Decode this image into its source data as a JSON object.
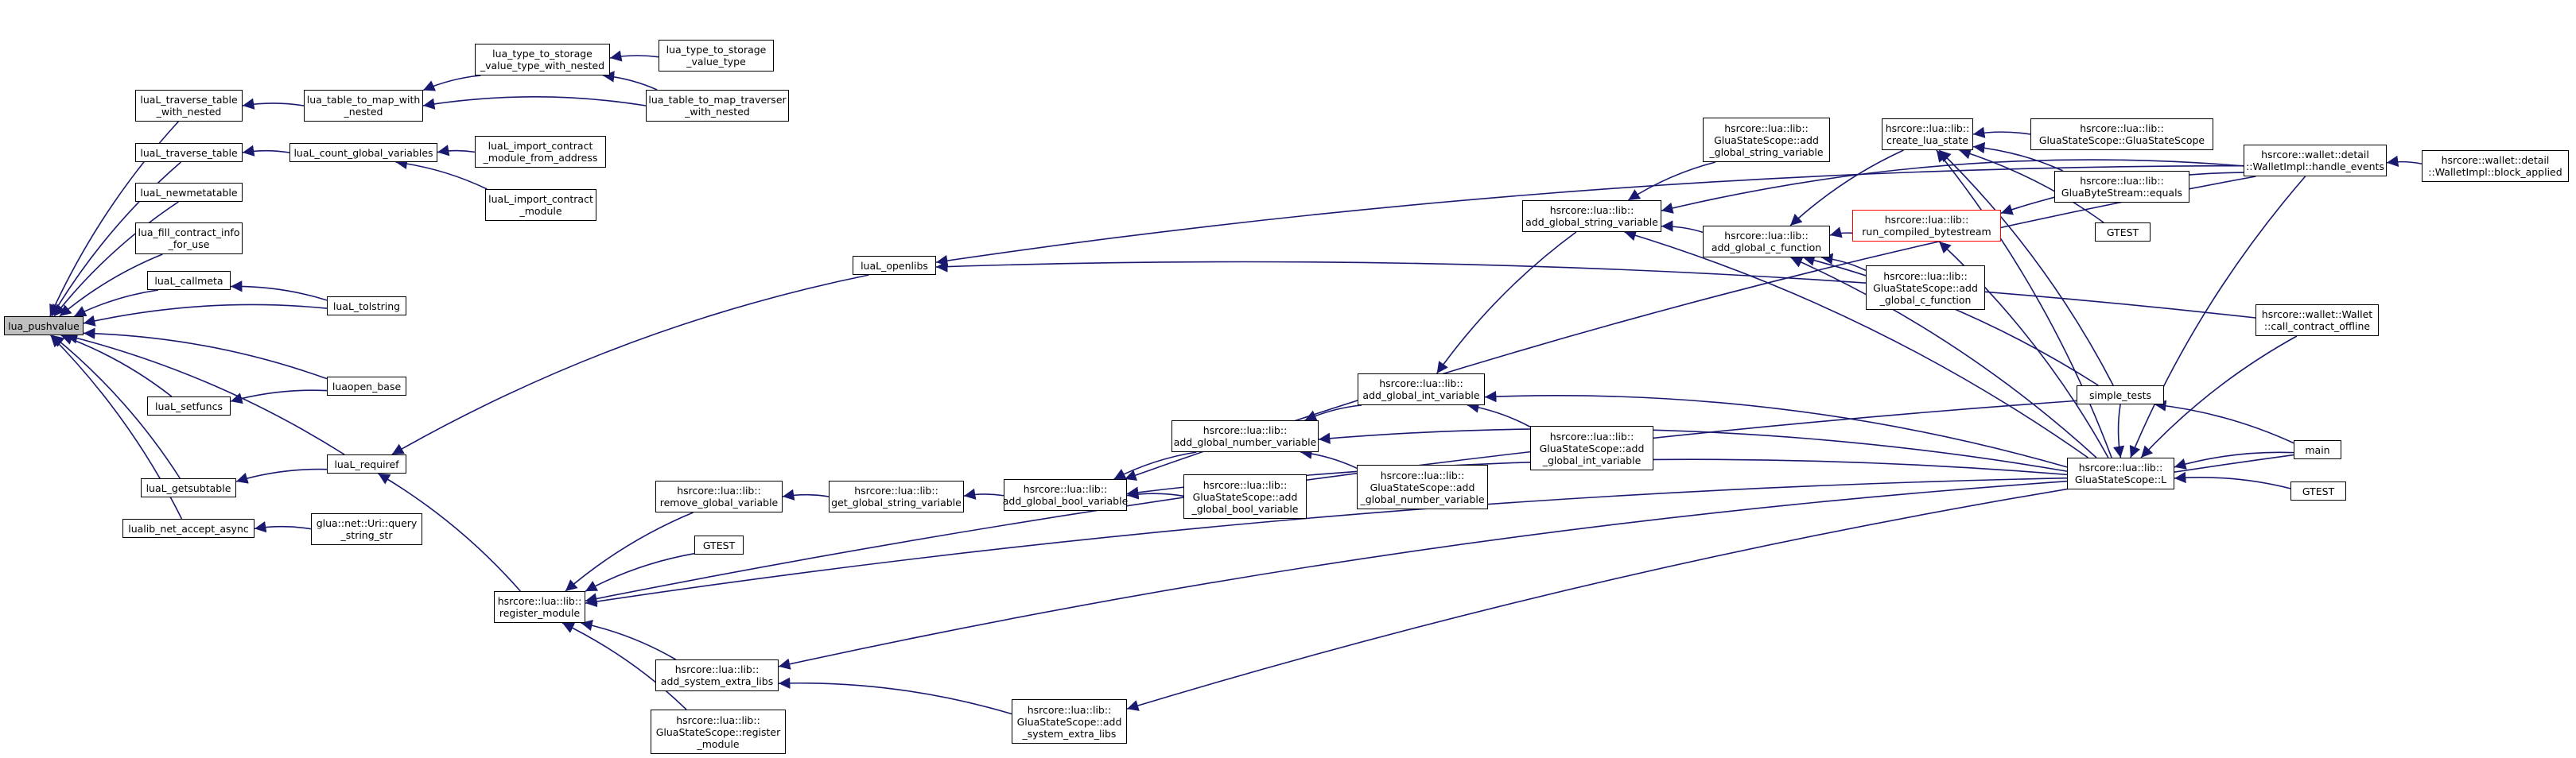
{
  "colors": {
    "edge": "#191970",
    "root_fill": "#bfbfbf",
    "node_border": "#000000",
    "highlight_border": "#ff0000"
  },
  "nodes": {
    "n0": {
      "lines": [
        "lua_pushvalue"
      ],
      "style": "root"
    },
    "n1": {
      "lines": [
        "luaL_traverse_table",
        "_with_nested"
      ]
    },
    "n2": {
      "lines": [
        "luaL_traverse_table"
      ]
    },
    "n3": {
      "lines": [
        "luaL_newmetatable"
      ]
    },
    "n4": {
      "lines": [
        "lua_fill_contract_info",
        "_for_use"
      ]
    },
    "n5": {
      "lines": [
        "luaL_callmeta"
      ]
    },
    "n6": {
      "lines": [
        "luaL_setfuncs"
      ]
    },
    "n7": {
      "lines": [
        "luaL_getsubtable"
      ]
    },
    "n8": {
      "lines": [
        "lualib_net_accept_async"
      ]
    },
    "n9": {
      "lines": [
        "lua_table_to_map_with",
        "_nested"
      ]
    },
    "n10": {
      "lines": [
        "luaL_count_global_variables"
      ]
    },
    "n11": {
      "lines": [
        "luaL_tolstring"
      ]
    },
    "n12": {
      "lines": [
        "luaopen_base"
      ]
    },
    "n13": {
      "lines": [
        "luaL_requiref"
      ]
    },
    "n14": {
      "lines": [
        "glua::net::Uri::query",
        "_string_str"
      ]
    },
    "n15": {
      "lines": [
        "lua_type_to_storage",
        "_value_type_with_nested"
      ]
    },
    "n16": {
      "lines": [
        "lua_type_to_storage",
        "_value_type"
      ]
    },
    "n17": {
      "lines": [
        "lua_table_to_map_traverser",
        "_with_nested"
      ]
    },
    "n18": {
      "lines": [
        "luaL_import_contract",
        "_module_from_address"
      ]
    },
    "n19": {
      "lines": [
        "luaL_import_contract",
        "_module"
      ]
    },
    "n20": {
      "lines": [
        "luaL_openlibs"
      ]
    },
    "n21": {
      "lines": [
        "hsrcore::lua::lib::",
        "register_module"
      ]
    },
    "n22": {
      "lines": [
        "hsrcore::lua::lib::",
        "remove_global_variable"
      ]
    },
    "n23": {
      "lines": [
        "GTEST"
      ]
    },
    "n24": {
      "lines": [
        "hsrcore::lua::lib::",
        "add_system_extra_libs"
      ]
    },
    "n25": {
      "lines": [
        "hsrcore::lua::lib::",
        "GluaStateScope::register",
        "_module"
      ]
    },
    "n26": {
      "lines": [
        "hsrcore::lua::lib::",
        "get_global_string_variable"
      ]
    },
    "n27": {
      "lines": [
        "hsrcore::lua::lib::",
        "add_global_bool_variable"
      ]
    },
    "n28": {
      "lines": [
        "hsrcore::lua::lib::",
        "GluaStateScope::add",
        "_system_extra_libs"
      ]
    },
    "n29": {
      "lines": [
        "hsrcore::lua::lib::",
        "add_global_number_variable"
      ]
    },
    "n30": {
      "lines": [
        "hsrcore::lua::lib::",
        "GluaStateScope::add",
        "_global_bool_variable"
      ]
    },
    "n31": {
      "lines": [
        "hsrcore::lua::lib::",
        "add_global_int_variable"
      ]
    },
    "n32": {
      "lines": [
        "hsrcore::lua::lib::",
        "GluaStateScope::add",
        "_global_number_variable"
      ]
    },
    "n33": {
      "lines": [
        "hsrcore::lua::lib::",
        "GluaStateScope::add",
        "_global_int_variable"
      ]
    },
    "n34": {
      "lines": [
        "hsrcore::lua::lib::",
        "add_global_string_variable"
      ]
    },
    "n35": {
      "lines": [
        "hsrcore::lua::lib::",
        "GluaStateScope::add",
        "_global_string_variable"
      ]
    },
    "n36": {
      "lines": [
        "hsrcore::lua::lib::",
        "add_global_c_function"
      ]
    },
    "n37": {
      "lines": [
        "hsrcore::lua::lib::",
        "create_lua_state"
      ]
    },
    "n38": {
      "lines": [
        "hsrcore::lua::lib::",
        "run_compiled_bytestream"
      ],
      "style": "red"
    },
    "n39": {
      "lines": [
        "hsrcore::lua::lib::",
        "GluaStateScope::add",
        "_global_c_function"
      ]
    },
    "n40": {
      "lines": [
        "hsrcore::lua::lib::",
        "GluaStateScope::GluaStateScope"
      ]
    },
    "n41": {
      "lines": [
        "hsrcore::lua::lib::",
        "GluaByteStream::equals"
      ]
    },
    "n42": {
      "lines": [
        "GTEST"
      ]
    },
    "n43": {
      "lines": [
        "simple_tests"
      ]
    },
    "n44": {
      "lines": [
        "hsrcore::lua::lib::",
        "GluaStateScope::L"
      ]
    },
    "n45": {
      "lines": [
        "hsrcore::wallet::detail",
        "::WalletImpl::handle_events"
      ]
    },
    "n46": {
      "lines": [
        "hsrcore::wallet::Wallet",
        "::call_contract_offline"
      ]
    },
    "n47": {
      "lines": [
        "main"
      ]
    },
    "n48": {
      "lines": [
        "GTEST"
      ]
    },
    "n49": {
      "lines": [
        "hsrcore::wallet::detail",
        "::WalletImpl::block_applied"
      ]
    }
  },
  "edges": [
    [
      "n1",
      "n0"
    ],
    [
      "n2",
      "n0"
    ],
    [
      "n3",
      "n0"
    ],
    [
      "n4",
      "n0"
    ],
    [
      "n5",
      "n0"
    ],
    [
      "n6",
      "n0"
    ],
    [
      "n7",
      "n0"
    ],
    [
      "n8",
      "n0"
    ],
    [
      "n11",
      "n0"
    ],
    [
      "n12",
      "n0"
    ],
    [
      "n13",
      "n0"
    ],
    [
      "n9",
      "n1"
    ],
    [
      "n10",
      "n2"
    ],
    [
      "n11",
      "n5"
    ],
    [
      "n12",
      "n6"
    ],
    [
      "n13",
      "n7"
    ],
    [
      "n14",
      "n8"
    ],
    [
      "n15",
      "n9"
    ],
    [
      "n17",
      "n9"
    ],
    [
      "n16",
      "n15"
    ],
    [
      "n17",
      "n15"
    ],
    [
      "n18",
      "n10"
    ],
    [
      "n19",
      "n10"
    ],
    [
      "n20",
      "n13"
    ],
    [
      "n21",
      "n13"
    ],
    [
      "n22",
      "n21"
    ],
    [
      "n23",
      "n21"
    ],
    [
      "n24",
      "n21"
    ],
    [
      "n25",
      "n21"
    ],
    [
      "n44",
      "n21"
    ],
    [
      "n24",
      "n21"
    ],
    [
      "n26",
      "n22"
    ],
    [
      "n27",
      "n26"
    ],
    [
      "n29",
      "n27"
    ],
    [
      "n30",
      "n27"
    ],
    [
      "n44",
      "n27"
    ],
    [
      "n45",
      "n27"
    ],
    [
      "n31",
      "n29"
    ],
    [
      "n32",
      "n29"
    ],
    [
      "n44",
      "n29"
    ],
    [
      "n34",
      "n31"
    ],
    [
      "n33",
      "n31"
    ],
    [
      "n44",
      "n31"
    ],
    [
      "n35",
      "n34"
    ],
    [
      "n36",
      "n34"
    ],
    [
      "n44",
      "n34"
    ],
    [
      "n45",
      "n34"
    ],
    [
      "n37",
      "n36"
    ],
    [
      "n38",
      "n36"
    ],
    [
      "n39",
      "n36"
    ],
    [
      "n43",
      "n36"
    ],
    [
      "n44",
      "n36"
    ],
    [
      "n40",
      "n37"
    ],
    [
      "n41",
      "n37"
    ],
    [
      "n42",
      "n37"
    ],
    [
      "n43",
      "n37"
    ],
    [
      "n44",
      "n37"
    ],
    [
      "n44",
      "n38"
    ],
    [
      "n45",
      "n38"
    ],
    [
      "n45",
      "n20"
    ],
    [
      "n46",
      "n20"
    ],
    [
      "n28",
      "n24"
    ],
    [
      "n44",
      "n24"
    ],
    [
      "n43",
      "n21"
    ],
    [
      "n43",
      "n44"
    ],
    [
      "n47",
      "n43"
    ],
    [
      "n47",
      "n44"
    ],
    [
      "n47",
      "n28"
    ],
    [
      "n48",
      "n44"
    ],
    [
      "n45",
      "n44"
    ],
    [
      "n46",
      "n44"
    ],
    [
      "n49",
      "n45"
    ]
  ]
}
